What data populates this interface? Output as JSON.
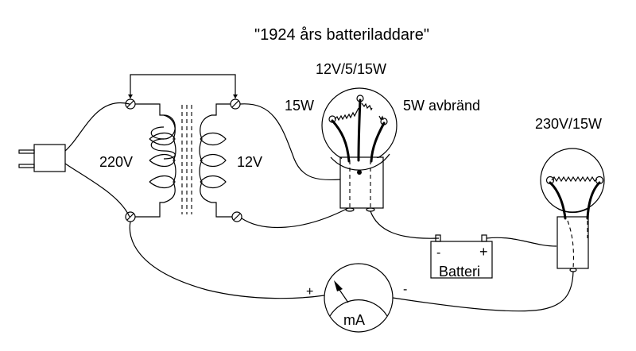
{
  "title": "\"1924 års batteriladdare\"",
  "transformer": {
    "primary_label": "220V",
    "secondary_label": "12V"
  },
  "lamp_dual": {
    "rating_label": "12V/5/15W",
    "left_filament_label": "15W",
    "right_filament_label": "5W avbränd"
  },
  "lamp_mains": {
    "rating_label": "230V/15W"
  },
  "battery": {
    "label": "Batteri",
    "minus": "-",
    "plus": "+"
  },
  "ammeter": {
    "unit_label": "mA",
    "plus": "+",
    "minus": "-"
  }
}
